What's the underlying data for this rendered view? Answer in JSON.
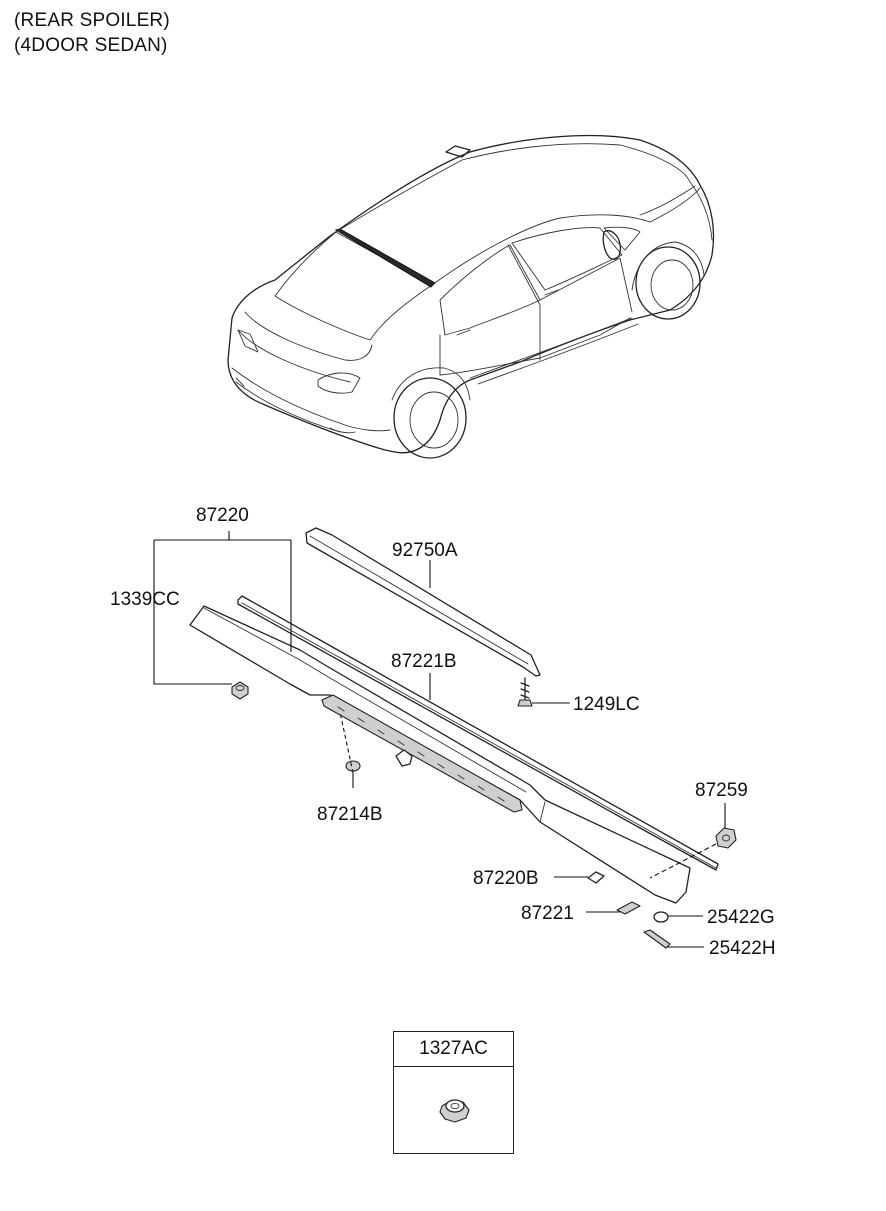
{
  "header": {
    "line1": "(REAR SPOILER)",
    "line2": "(4DOOR SEDAN)"
  },
  "callouts": {
    "p87220": "87220",
    "p1339CC": "1339CC",
    "p92750A": "92750A",
    "p87221B": "87221B",
    "p1249LC": "1249LC",
    "p87214B": "87214B",
    "p87259": "87259",
    "p87220B": "87220B",
    "p87221": "87221",
    "p25422G": "25422G",
    "p25422H": "25422H"
  },
  "inset": {
    "label": "1327AC"
  }
}
